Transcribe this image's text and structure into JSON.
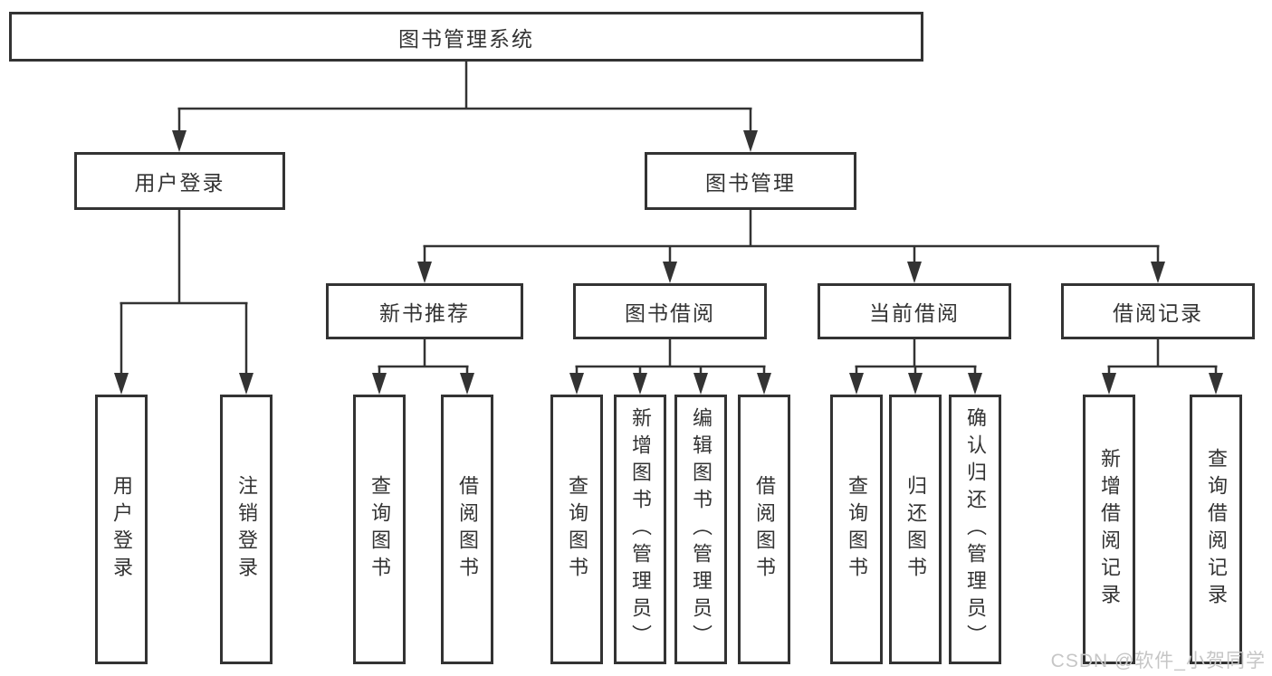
{
  "diagram": {
    "title": "图书管理系统",
    "level2": [
      "用户登录",
      "图书管理"
    ],
    "level3": [
      "新书推荐",
      "图书借阅",
      "当前借阅",
      "借阅记录"
    ],
    "leaves": [
      "用户登录",
      "注销登录",
      "查询图书",
      "借阅图书",
      "查询图书",
      "新增图书（管理员）",
      "编辑图书（管理员）",
      "借阅图书",
      "查询图书",
      "归还图书",
      "确认归还（管理员）",
      "新增借阅记录",
      "查询借阅记录"
    ]
  },
  "watermark": {
    "text": "CSDN @软件_小贺同学"
  },
  "colors": {
    "line": "#333333",
    "box_border": "#333333",
    "text": "#333333",
    "watermark": "#c6c6c6",
    "background": "#ffffff"
  }
}
